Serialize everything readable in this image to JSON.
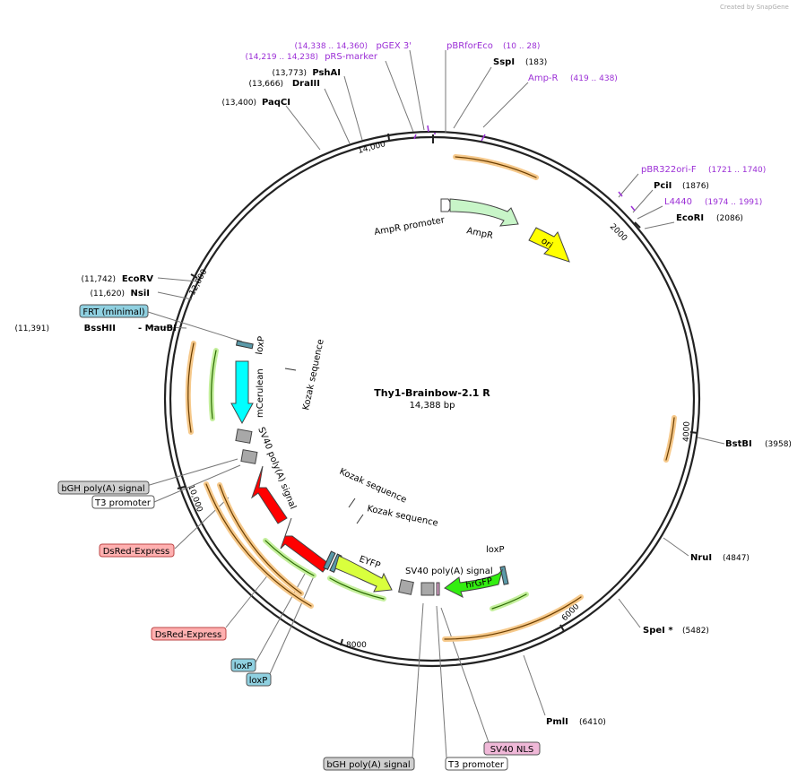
{
  "credit": "Created by SnapGene",
  "map": {
    "title": "Thy1-Brainbow-2.1 R",
    "size": "14,388 bp",
    "ticks": [
      "2000",
      "4000",
      "6000",
      "8000",
      "10,000",
      "12,000",
      "14,000"
    ]
  },
  "sites": [
    {
      "name": "SspI",
      "pos": "(183)"
    },
    {
      "name": "PciI",
      "pos": "(1876)"
    },
    {
      "name": "EcoRI",
      "pos": "(2086)"
    },
    {
      "name": "BstBI",
      "pos": "(3958)"
    },
    {
      "name": "NruI",
      "pos": "(4847)"
    },
    {
      "name": "SpeI *",
      "pos": "(5482)"
    },
    {
      "name": "PmlI",
      "pos": "(6410)"
    },
    {
      "name": "PaqCI",
      "pos": "(13,400)"
    },
    {
      "name": "DraIII",
      "pos": "(13,666)"
    },
    {
      "name": "PshAI",
      "pos": "(13,773)"
    },
    {
      "name": "EcoRV",
      "pos": "(11,742)"
    },
    {
      "name": "NsiI",
      "pos": "(11,620)"
    },
    {
      "name": "BssHII",
      "pos": "(11,391)"
    },
    {
      "name": "- MauBI",
      "pos": ""
    }
  ],
  "primers": [
    {
      "name": "pBRforEco",
      "pos": "(10 .. 28)"
    },
    {
      "name": "Amp-R",
      "pos": "(419 .. 438)"
    },
    {
      "name": "pGEX 3'",
      "pos": "(14,338 .. 14,360)"
    },
    {
      "name": "pRS-marker",
      "pos": "(14,219 .. 14,238)"
    },
    {
      "name": "pBR322ori-F",
      "pos": "(1721 .. 1740)"
    },
    {
      "name": "L4440",
      "pos": "(1974 .. 1991)"
    }
  ],
  "features": {
    "ampr_promoter": "AmpR promoter",
    "ampr": "AmpR",
    "ori": "ori",
    "loxp_top": "loxP",
    "mcerulean": "mCerulean",
    "kozak1": "Kozak sequence",
    "sv40_left": "SV40 poly(A) signal",
    "kozak2": "Kozak sequence",
    "kozak3": "Kozak sequence",
    "eyfp": "EYFP",
    "sv40_mid": "SV40 poly(A) signal",
    "loxp_right": "loxP",
    "hrgfp": "hrGFP"
  },
  "badges": [
    {
      "text": "FRT (minimal)",
      "kind": "blue"
    },
    {
      "text": "bGH poly(A) signal",
      "kind": "gray"
    },
    {
      "text": "T3 promoter",
      "kind": "white"
    },
    {
      "text": "DsRed-Express",
      "kind": "red"
    },
    {
      "text": "DsRed-Express",
      "kind": "red"
    },
    {
      "text": "loxP",
      "kind": "blue"
    },
    {
      "text": "loxP",
      "kind": "blue"
    },
    {
      "text": "bGH poly(A) signal",
      "kind": "gray"
    },
    {
      "text": "T3 promoter",
      "kind": "white"
    },
    {
      "text": "SV40 NLS",
      "kind": "pink"
    }
  ],
  "colors": {
    "backbone": "#222222",
    "primer": "#9b2fd6",
    "ampr": "#c8f5c8",
    "ori": "#ffff00",
    "mcerulean": "#00ffff",
    "red": "#ff0000",
    "eyfp": "#d9ff3d",
    "hrgfp": "#33ee11",
    "orf_orange": "#e69a28",
    "orf_green": "#55aa22"
  }
}
